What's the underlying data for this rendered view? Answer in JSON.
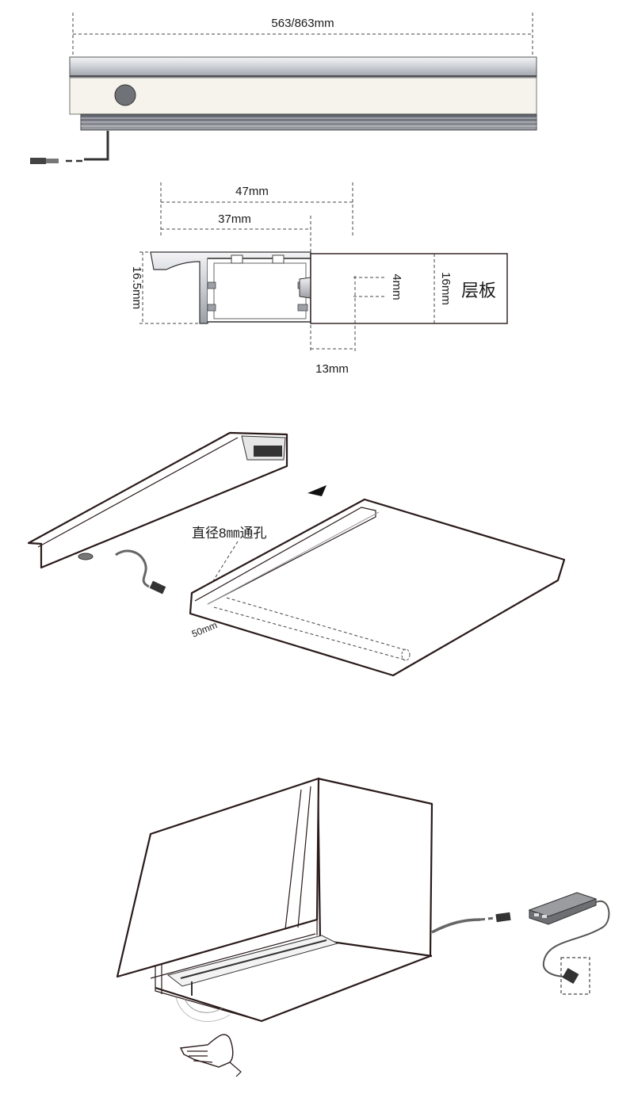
{
  "dimensions": {
    "length": "563/863mm",
    "depth_total": "47mm",
    "depth_inner": "37mm",
    "height": "16.5mm",
    "slot": "4mm",
    "shelf_thickness": "16mm",
    "insert": "13mm",
    "hole_offset": "50mm"
  },
  "labels": {
    "shelf": "层板",
    "hole": "直径8㎜通孔"
  },
  "colors": {
    "profile_light": "#e9e9ec",
    "profile_mid": "#b9bcc3",
    "profile_dark": "#7d8089",
    "outline": "#2a1a1a",
    "sensor": "#6f7276"
  }
}
